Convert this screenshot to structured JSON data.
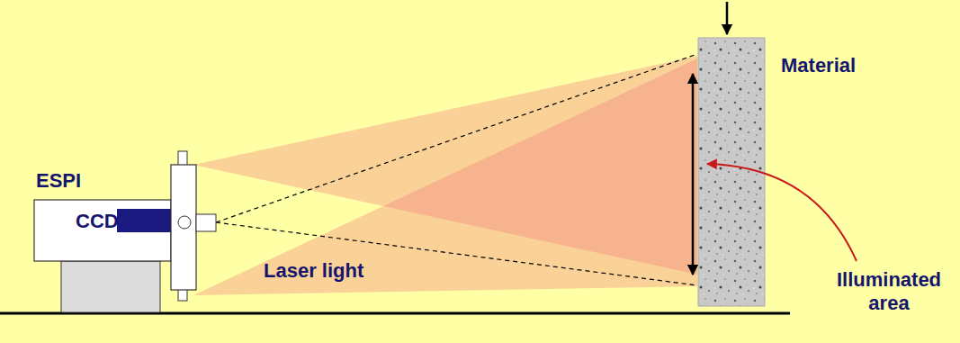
{
  "diagram": {
    "nodes": [
      {
        "text": [
          "ESPI",
          "CCD"
        ]
      },
      {
        "text": [
          "Material"
        ]
      }
    ],
    "labels": [
      "Laser light",
      "Illuminated area"
    ]
  }
}
